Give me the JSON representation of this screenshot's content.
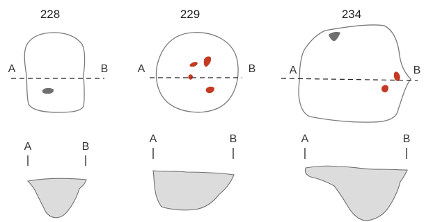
{
  "colors": {
    "outline": "#7a7a7a",
    "profile_fill": "#dcdcdc",
    "grey_inclusion": "#6f6f6f",
    "red_inclusion": "#c23b22"
  },
  "specimens": [
    {
      "number": "228",
      "section_left": "A",
      "section_right": "B",
      "profile_left": "A",
      "profile_right": "B"
    },
    {
      "number": "229",
      "section_left": "A",
      "section_right": "B",
      "profile_left": "A",
      "profile_right": "B"
    },
    {
      "number": "234",
      "section_left": "A",
      "section_right": "B",
      "profile_left": "A",
      "profile_right": "B"
    }
  ]
}
